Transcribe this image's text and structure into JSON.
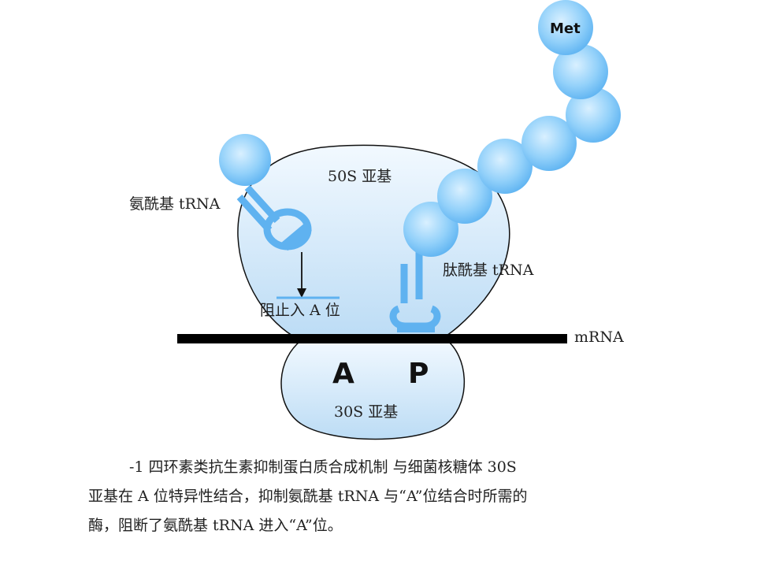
{
  "diagram": {
    "large_subunit": "50S 亚基",
    "small_subunit": "30S 亚基",
    "aminoacyl_trna": "氨酰基 tRNA",
    "peptidyl_trna": "肽酰基 tRNA",
    "block_label": "阻止入 A 位",
    "mrna": "mRNA",
    "site_a": "A",
    "site_p": "P",
    "met": "Met"
  },
  "caption": {
    "line1": "-1  四环素类抗生素抑制蛋白质合成机制    与细菌核糖体 30S",
    "line2": "亚基在 A 位特异性结合，抑制氨酰基 tRNA 与“A”位结合时所需的",
    "line3": "酶，阻断了氨酰基 tRNA 进入“A”位。"
  },
  "colors": {
    "subunit_fill": "#d2e8f8",
    "bead_fill": "#8fd0fb",
    "trna_stroke": "#5fb2f0",
    "mrna": "#000000"
  }
}
